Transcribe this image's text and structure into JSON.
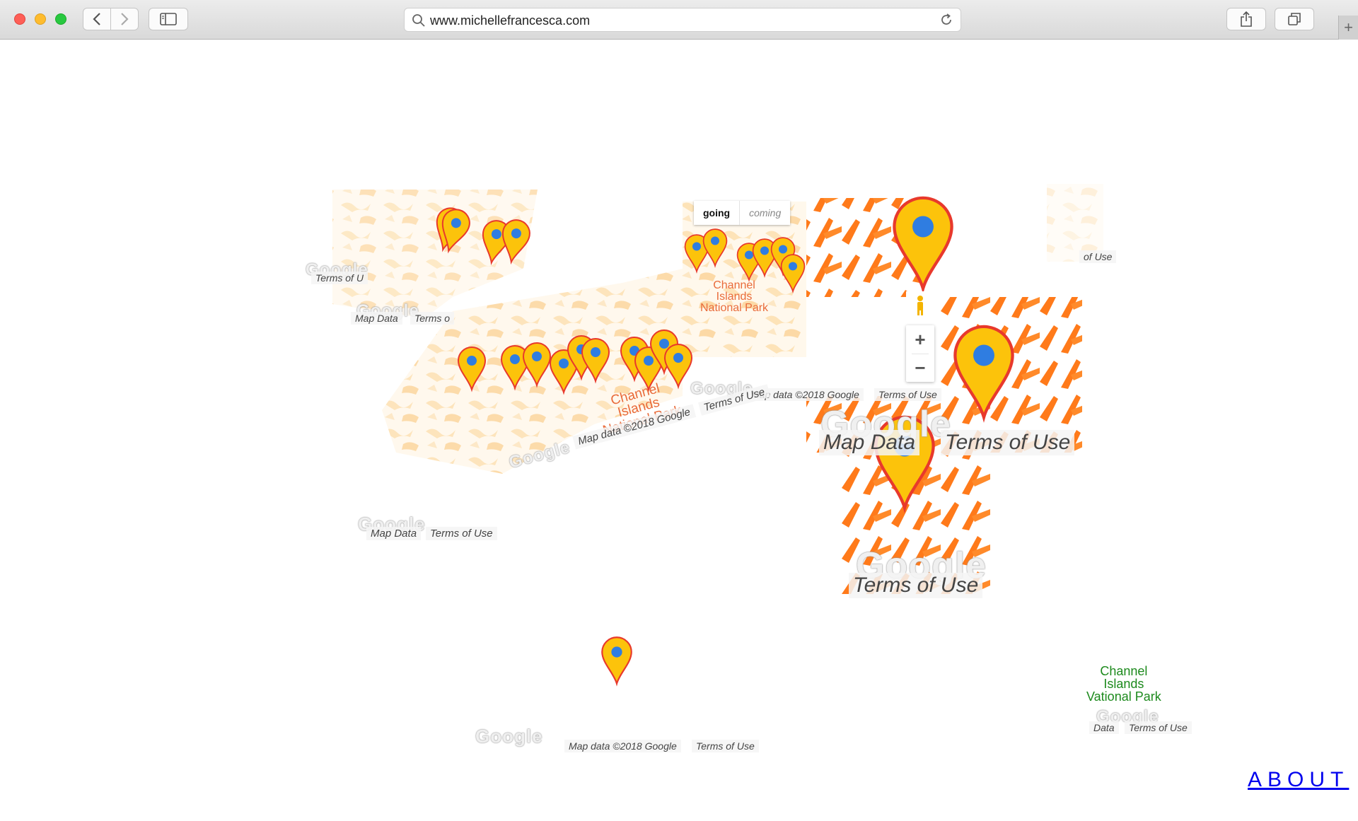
{
  "browser": {
    "url": "www.michellefrancesca.com",
    "new_tab_label": "+"
  },
  "map": {
    "tabs": [
      {
        "label": "going",
        "active": true
      },
      {
        "label": "coming",
        "active": false
      }
    ],
    "zoom_in": "+",
    "zoom_out": "−",
    "google_logo": "Google",
    "attribution": {
      "map_data": "Map Data",
      "map_data_2018": "Map data ©2018 Google",
      "terms_of_use": "Terms of Use",
      "terms_cut": "Terms o",
      "terms_cut2": "Terms of U",
      "terms_end": "of Use",
      "data_cut": "Data"
    },
    "park_label": {
      "line1": "Channel",
      "line2": "Islands",
      "line3": "National Park",
      "line3_cut": "Vational Park"
    },
    "colors": {
      "pin_fill": "#fcc30b",
      "pin_outline": "#e8392c",
      "pin_dot": "#2f7de1",
      "terrain_pale": "#fde3b8",
      "terrain_light": "#fcd7a2",
      "terrain_dark": "#ff7a1a",
      "park_orange": "#e96b3a",
      "park_green": "#1d8a1d"
    }
  },
  "nav": {
    "about": "ABOUT"
  }
}
